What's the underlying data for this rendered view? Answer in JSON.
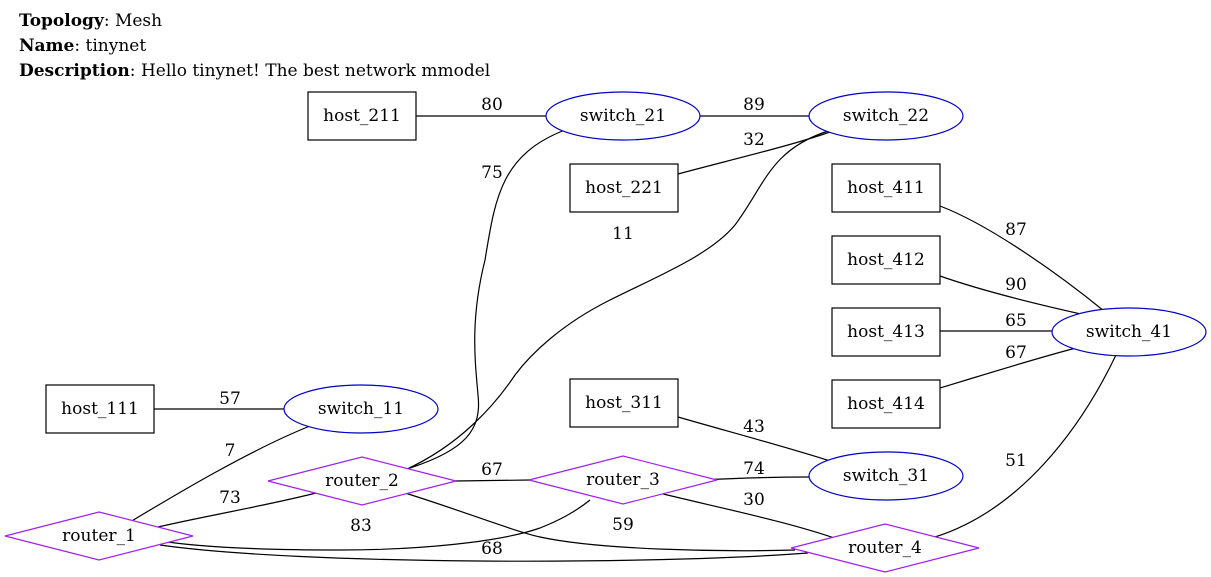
{
  "header": {
    "topology_label": "Topology",
    "topology_value": "Mesh",
    "name_label": "Name",
    "name_value": "tinynet",
    "description_label": "Description",
    "description_value": "Hello tinynet! The best network mmodel"
  },
  "colors": {
    "host": "#000000",
    "switch": "#0000cc",
    "router": "#a020f0"
  },
  "nodes": [
    {
      "id": "host_211",
      "label": "host_211",
      "kind": "host"
    },
    {
      "id": "switch_21",
      "label": "switch_21",
      "kind": "switch"
    },
    {
      "id": "switch_22",
      "label": "switch_22",
      "kind": "switch"
    },
    {
      "id": "host_221",
      "label": "host_221",
      "kind": "host"
    },
    {
      "id": "host_411",
      "label": "host_411",
      "kind": "host"
    },
    {
      "id": "host_412",
      "label": "host_412",
      "kind": "host"
    },
    {
      "id": "host_413",
      "label": "host_413",
      "kind": "host"
    },
    {
      "id": "host_414",
      "label": "host_414",
      "kind": "host"
    },
    {
      "id": "switch_41",
      "label": "switch_41",
      "kind": "switch"
    },
    {
      "id": "host_111",
      "label": "host_111",
      "kind": "host"
    },
    {
      "id": "switch_11",
      "label": "switch_11",
      "kind": "switch"
    },
    {
      "id": "host_311",
      "label": "host_311",
      "kind": "host"
    },
    {
      "id": "switch_31",
      "label": "switch_31",
      "kind": "switch"
    },
    {
      "id": "router_1",
      "label": "router_1",
      "kind": "router"
    },
    {
      "id": "router_2",
      "label": "router_2",
      "kind": "router"
    },
    {
      "id": "router_3",
      "label": "router_3",
      "kind": "router"
    },
    {
      "id": "router_4",
      "label": "router_4",
      "kind": "router"
    }
  ],
  "edges": [
    {
      "from": "host_211",
      "to": "switch_21",
      "weight": "80"
    },
    {
      "from": "switch_21",
      "to": "switch_22",
      "weight": "89"
    },
    {
      "from": "host_221",
      "to": "switch_22",
      "weight": "32"
    },
    {
      "from": "switch_21",
      "to": "router_2",
      "weight": "75"
    },
    {
      "from": "switch_22",
      "to": "router_2",
      "weight": "11"
    },
    {
      "from": "host_411",
      "to": "switch_41",
      "weight": "87"
    },
    {
      "from": "host_412",
      "to": "switch_41",
      "weight": "90"
    },
    {
      "from": "host_413",
      "to": "switch_41",
      "weight": "65"
    },
    {
      "from": "host_414",
      "to": "switch_41",
      "weight": "67"
    },
    {
      "from": "host_111",
      "to": "switch_11",
      "weight": "57"
    },
    {
      "from": "switch_11",
      "to": "router_1",
      "weight": "7"
    },
    {
      "from": "host_311",
      "to": "switch_31",
      "weight": "43"
    },
    {
      "from": "router_3",
      "to": "switch_31",
      "weight": "74"
    },
    {
      "from": "router_2",
      "to": "router_3",
      "weight": "67"
    },
    {
      "from": "router_1",
      "to": "router_2",
      "weight": "73"
    },
    {
      "from": "router_1",
      "to": "router_3",
      "weight": "83"
    },
    {
      "from": "router_2",
      "to": "router_4",
      "weight": "59"
    },
    {
      "from": "router_3",
      "to": "router_4",
      "weight": "30"
    },
    {
      "from": "router_1",
      "to": "router_4",
      "weight": "68"
    },
    {
      "from": "switch_41",
      "to": "router_4",
      "weight": "51"
    }
  ]
}
